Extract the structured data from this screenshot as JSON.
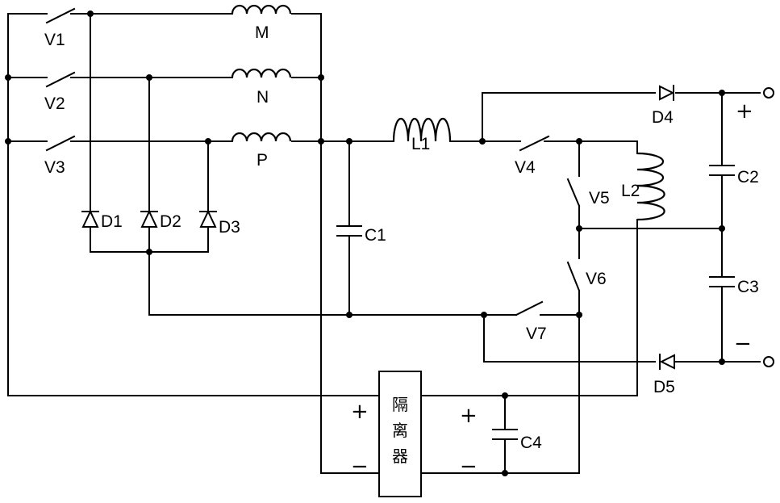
{
  "labels": {
    "V1": "V1",
    "V2": "V2",
    "V3": "V3",
    "M": "M",
    "N": "N",
    "P": "P",
    "D1": "D1",
    "D2": "D2",
    "D3": "D3",
    "L1": "L1",
    "C1": "C1",
    "V4": "V4",
    "V5": "V5",
    "L2": "L2",
    "V6": "V6",
    "V7": "V7",
    "D4": "D4",
    "D5": "D5",
    "C2": "C2",
    "C3": "C3",
    "C4": "C4"
  },
  "isolator": {
    "chars": [
      "隔",
      "离",
      "器"
    ]
  },
  "signs": {
    "out_plus": "+",
    "out_minus": "−",
    "iso_left_plus": "+",
    "iso_left_minus": "−",
    "iso_right_plus": "+",
    "iso_right_minus": "−"
  }
}
